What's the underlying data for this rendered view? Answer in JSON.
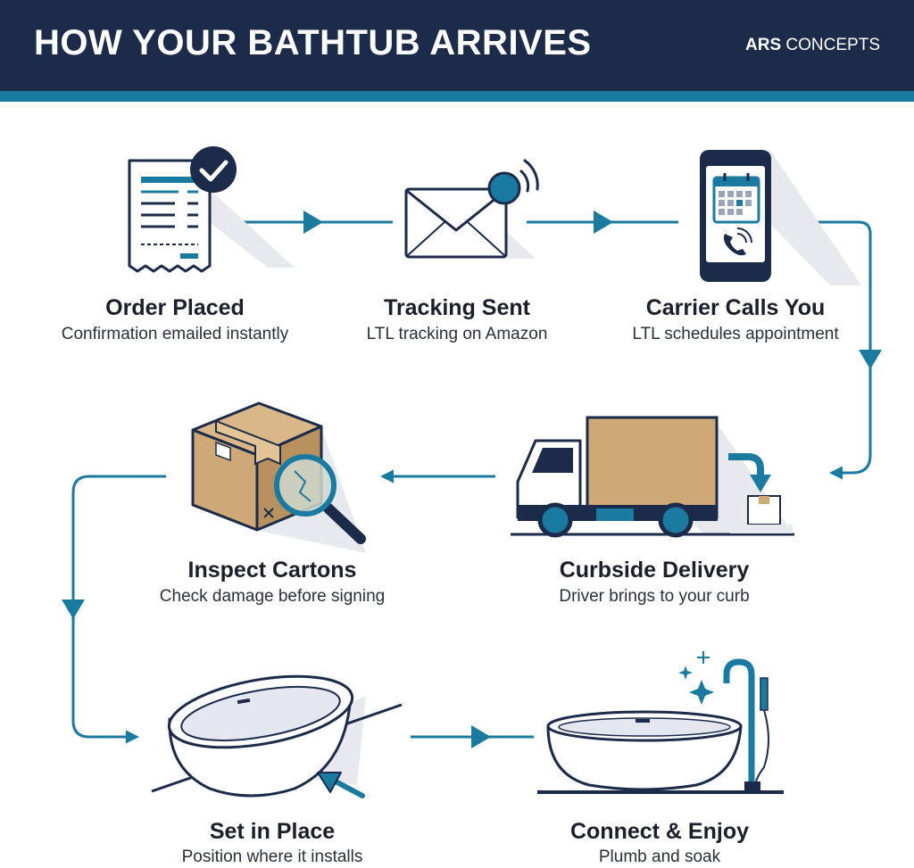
{
  "header": {
    "title": "HOW YOUR BATHTUB ARRIVES",
    "brand_bold": "ARS",
    "brand_rest": " CONCEPTS"
  },
  "colors": {
    "navy": "#1c2b4a",
    "teal": "#1a7aa0",
    "cardboard": "#cfa878",
    "shadow": "#e7e9ee"
  },
  "steps": [
    {
      "title": "Order Placed",
      "subtitle": "Confirmation emailed instantly",
      "icon": "receipt-checkmark-icon"
    },
    {
      "title": "Tracking Sent",
      "subtitle": "LTL tracking on Amazon",
      "icon": "envelope-notification-icon"
    },
    {
      "title": "Carrier Calls You",
      "subtitle": "LTL schedules appointment",
      "icon": "phone-calendar-icon"
    },
    {
      "title": "Curbside Delivery",
      "subtitle": "Driver brings to your curb",
      "icon": "delivery-truck-icon"
    },
    {
      "title": "Inspect Cartons",
      "subtitle": "Check damage before signing",
      "icon": "box-magnifier-icon"
    },
    {
      "title": "Set in Place",
      "subtitle": "Position where it installs",
      "icon": "bathtub-place-icon"
    },
    {
      "title": "Connect & Enjoy",
      "subtitle": "Plumb and soak",
      "icon": "bathtub-faucet-icon"
    }
  ]
}
